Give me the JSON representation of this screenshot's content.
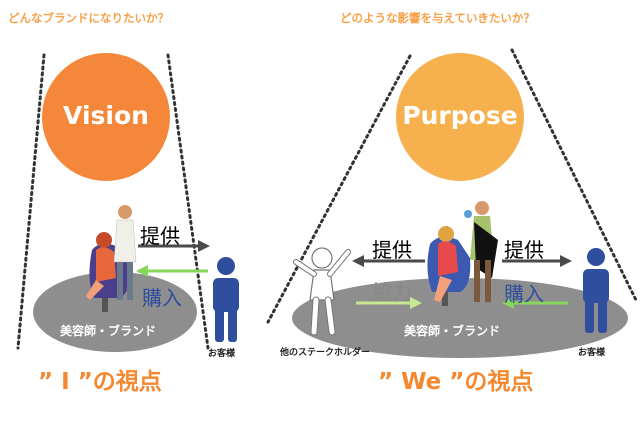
{
  "left": {
    "question": "どんなブランドになりたいか？",
    "circle_label": "Vision",
    "provide_label": "提供",
    "purchase_label": "購入",
    "base_label": "美容師・ブランド",
    "customer_label": "お客様",
    "perspective_label": "”  I  ”の視点"
  },
  "right": {
    "question": "どのような影響を与えていきたいか？",
    "circle_label": "Purpose",
    "provide_label_left": "提供",
    "provide_label_right": "提供",
    "cooperate_label": "協力",
    "purchase_label": "購入",
    "base_label": "美容師・ブランド",
    "stakeholder_label": "他のステークホルダー",
    "customer_label": "お客様",
    "perspective_label": "”  We  ”の視点"
  },
  "colors": {
    "accent_orange": "#f5872e",
    "question_orange": "#f7a24a",
    "vision_circle": "#f5873a",
    "purpose_circle": "#f7b04e",
    "base_ellipse": "#8e8e8e",
    "customer_blue": "#2f4f9e",
    "arrow_dark": "#4a4a4a",
    "arrow_green": "#86d65a",
    "arrow_light_green": "#c7e88e"
  }
}
